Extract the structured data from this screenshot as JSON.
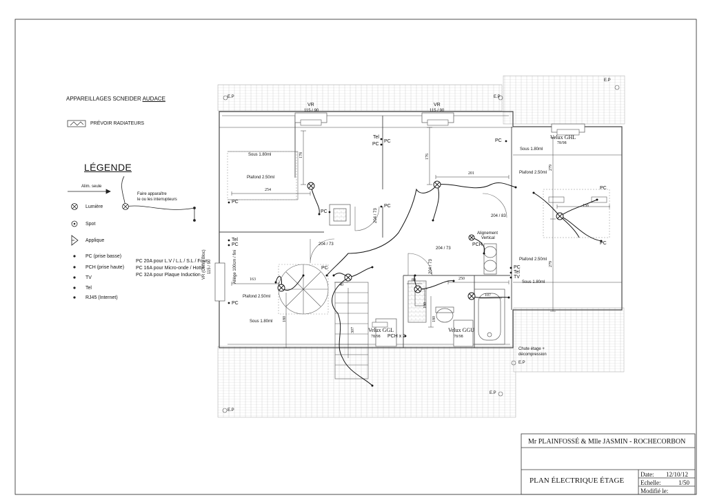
{
  "header": {
    "brand": "APPAREILLAGES SCNEIDER",
    "brand_range": "AUDACE"
  },
  "radiators_note": "PRÉVOIR RADIATEURS",
  "legend": {
    "title": "LÉGENDE",
    "feed_label": "Alim. seule",
    "switch_note_1": "Faire apparaître",
    "switch_note_2": "le ou les interrupteurs",
    "items": [
      "Lumière",
      "Spot",
      "Applique",
      "PC (prise basse)",
      "PCH (prise haute)",
      "TV",
      "Tel",
      "RJ45 (Internet)"
    ],
    "notes": [
      "PC 20A pour L.V / L.L / S.L / Four",
      "PC 16A pour Micro-onde / Hotte",
      "PC 32A pour Plaque Induction"
    ]
  },
  "plan": {
    "ep": "E.P",
    "vr": "VR",
    "vr_size": "115 / 90",
    "pc": "PC",
    "pch": "PCH",
    "tel": "Tel",
    "tv": "TV",
    "pch_x2": "PCH x 2",
    "velux_ghl": "Velux GHL",
    "velux_ggl": "Velux GGL",
    "velux_ggu": "Velux GGU",
    "velux_size": "78/98",
    "sous": "Sous 1.80ml",
    "plafond": "Plafond 2.50ml",
    "alignement_1": "Alignement",
    "alignement_2": "Vertical",
    "allege": "Allège 100cm / fini",
    "vr_coffre": "VR (Coffre Bloc)",
    "vr_coffre_size": "115 / 90",
    "chute_1": "Chute étage +",
    "chute_2": "décompression",
    "door_204_73": "204 / 73",
    "door_204_83": "204 / 83",
    "dims": [
      "178",
      "176",
      "254",
      "201",
      "156",
      "279",
      "279",
      "163",
      "180",
      "40",
      "307",
      "80",
      "250",
      "107",
      "100",
      "180"
    ]
  },
  "title_block": {
    "client": "Mr PLAINFOSSÉ & Mlle JASMIN - ROCHECORBON",
    "plan_title": "PLAN ÉLECTRIQUE ÉTAGE",
    "date_label": "Date:",
    "date_value": "12/10/12",
    "scale_label": "Echelle:",
    "scale_value": "1/50",
    "modified_label": "Modifié le:"
  }
}
